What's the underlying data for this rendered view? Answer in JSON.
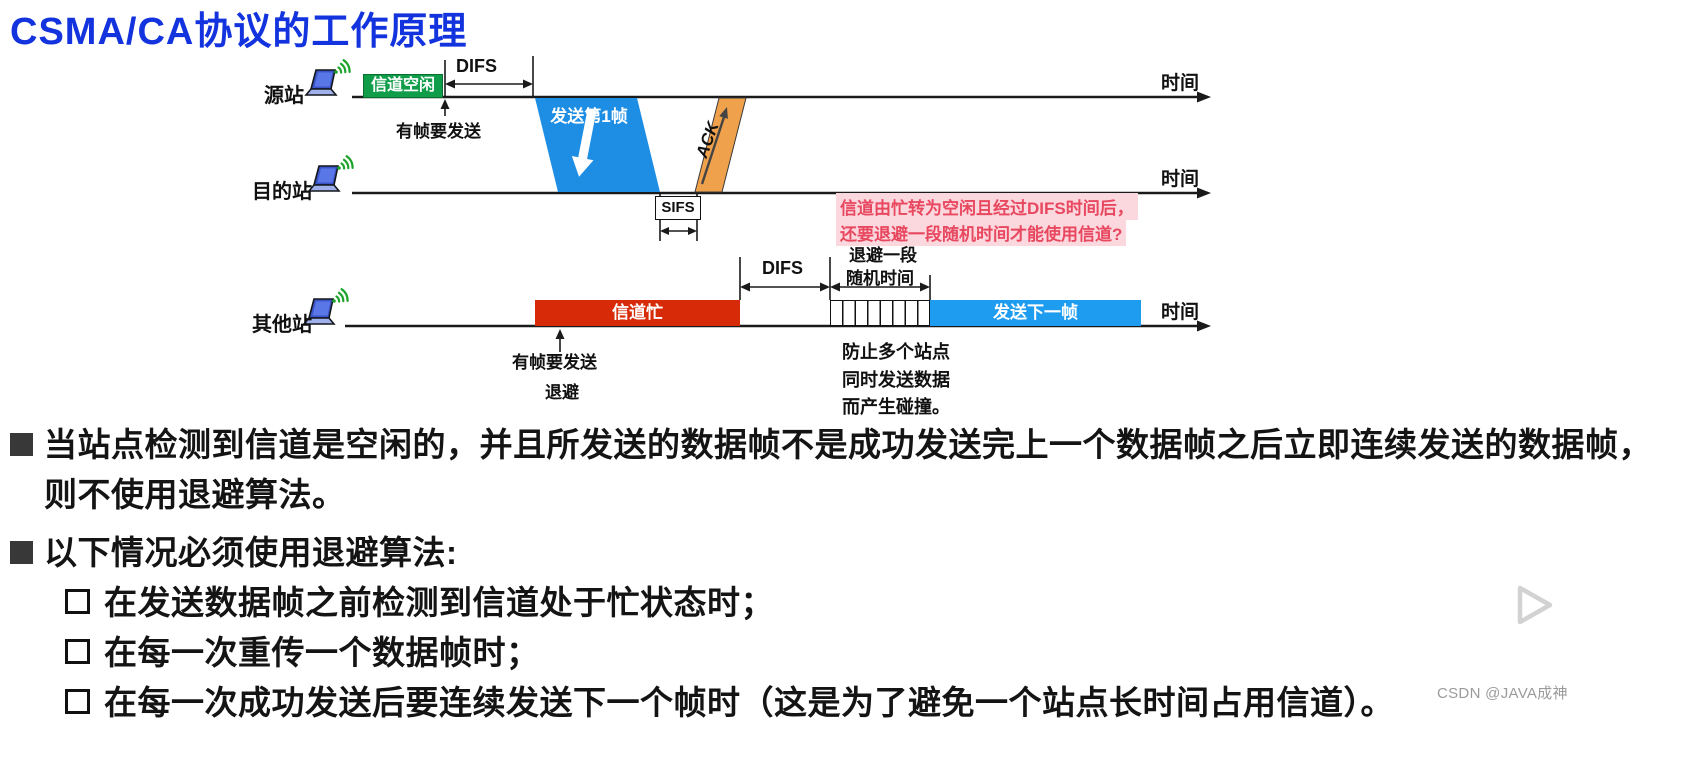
{
  "title": "CSMA/CA协议的工作原理",
  "timelines": {
    "source_label": "源站",
    "dest_label": "目的站",
    "other_label": "其他站",
    "time_axis_label": "时间"
  },
  "source_row": {
    "channel_idle": "信道空闲",
    "difs": "DIFS",
    "has_frame": "有帧要发送",
    "frame1": "发送第1帧",
    "ack": "ACK"
  },
  "dest_row": {
    "sifs": "SIFS"
  },
  "backoff_note": {
    "line1": "信道由忙转为空闲且经过DIFS时间后，",
    "line2": "还要退避一段随机时间才能使用信道?"
  },
  "other_row": {
    "channel_busy": "信道忙",
    "difs": "DIFS",
    "backoff_label1": "退避一段",
    "backoff_label2": "随机时间",
    "next_frame": "发送下一帧",
    "has_frame": "有帧要发送",
    "backoff": "退避",
    "collision1": "防止多个站点",
    "collision2": "同时发送数据",
    "collision3": "而产生碰撞。"
  },
  "bullets": {
    "b1": "当站点检测到信道是空闲的，并且所发送的数据帧不是成功发送完上一个数据帧之后立即连续发送的数据帧，则不使用退避算法。",
    "b2": "以下情况必须使用退避算法:",
    "s1": "在发送数据帧之前检测到信道处于忙状态时；",
    "s2": "在每一次重传一个数据帧时；",
    "s3": "在每一次成功发送后要连续发送下一个帧时（这是为了避免一个站点长时间占用信道）。"
  },
  "watermark": "CSDN @JAVA成神",
  "colors": {
    "title_blue": "#1233dd",
    "idle_green": "#0f9d4a",
    "frame_blue": "#1e8ee4",
    "ack_orange": "#f0a14b",
    "busy_red": "#d62a08",
    "next_frame_blue": "#1d9cf0",
    "note_pink_text": "#e8485f",
    "note_pink_bg": "#fbd7de"
  }
}
